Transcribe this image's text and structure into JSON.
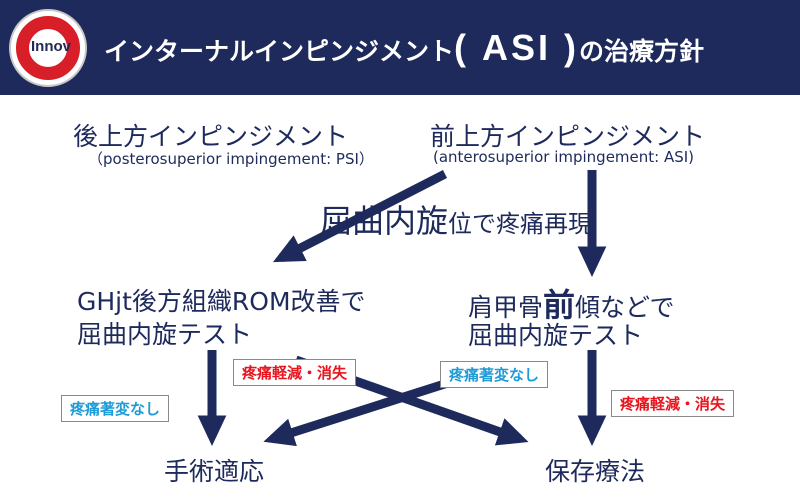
{
  "logo": {
    "text": "Innov"
  },
  "header": {
    "title_prefix": "インターナルインピンジメント",
    "title_acronym": "( ASI )",
    "title_suffix": "の治療方針"
  },
  "left_branch": {
    "title": "後上方インピンジメント",
    "subtitle": "（posterosuperior impingement: PSI）",
    "step": [
      "GHjt後方組織ROM改善で",
      "屈曲内旋テスト"
    ],
    "outcome_label_relief": "疼痛軽減・消失",
    "outcome_label_no_change": "疼痛著変なし"
  },
  "right_branch": {
    "title": "前上方インピンジメント",
    "subtitle": "(anterosuperior impingement: ASI)",
    "step_line1_before": "肩甲骨",
    "step_line1_emph": "前",
    "step_line1_after": "傾などで",
    "step_line2": "屈曲内旋テスト",
    "outcome_label_no_change": "疼痛著変なし",
    "outcome_label_relief": "疼痛軽減・消失"
  },
  "center": {
    "emph": "屈曲内旋",
    "rest": "位で疼痛再現"
  },
  "outcomes": {
    "surgery": "手術適応",
    "conservative": "保存療法"
  },
  "colors": {
    "navy": "#1d2a5b",
    "red": "#e8141e",
    "blue": "#1f9bd7",
    "logo_red": "#d81e28"
  }
}
